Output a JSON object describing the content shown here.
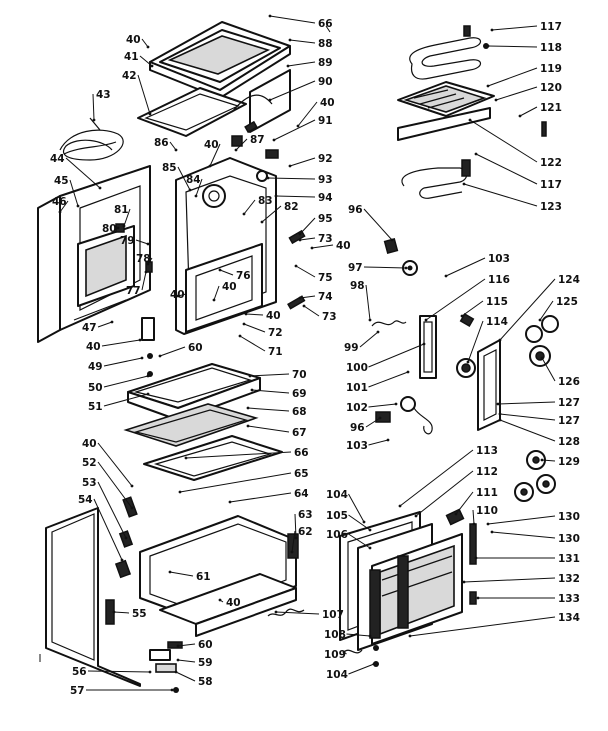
{
  "diagram": {
    "labels": [
      {
        "id": "40",
        "text": "40"
      },
      {
        "id": "41",
        "text": "41"
      },
      {
        "id": "42",
        "text": "42"
      },
      {
        "id": "43",
        "text": "43"
      },
      {
        "id": "44",
        "text": "44"
      },
      {
        "id": "45",
        "text": "45"
      },
      {
        "id": "46",
        "text": "46"
      },
      {
        "id": "47",
        "text": "47"
      },
      {
        "id": "49",
        "text": "49"
      },
      {
        "id": "50",
        "text": "50"
      },
      {
        "id": "51",
        "text": "51"
      },
      {
        "id": "52",
        "text": "52"
      },
      {
        "id": "53",
        "text": "53"
      },
      {
        "id": "54",
        "text": "54"
      },
      {
        "id": "55",
        "text": "55"
      },
      {
        "id": "56",
        "text": "56"
      },
      {
        "id": "57",
        "text": "57"
      },
      {
        "id": "58",
        "text": "58"
      },
      {
        "id": "59",
        "text": "59"
      },
      {
        "id": "60",
        "text": "60"
      },
      {
        "id": "61",
        "text": "61"
      },
      {
        "id": "62",
        "text": "62"
      },
      {
        "id": "63",
        "text": "63"
      },
      {
        "id": "64",
        "text": "64"
      },
      {
        "id": "65",
        "text": "65"
      },
      {
        "id": "66",
        "text": "66"
      },
      {
        "id": "67",
        "text": "67"
      },
      {
        "id": "68",
        "text": "68"
      },
      {
        "id": "69",
        "text": "69"
      },
      {
        "id": "70",
        "text": "70"
      },
      {
        "id": "71",
        "text": "71"
      },
      {
        "id": "72",
        "text": "72"
      },
      {
        "id": "73",
        "text": "73"
      },
      {
        "id": "74",
        "text": "74"
      },
      {
        "id": "75",
        "text": "75"
      },
      {
        "id": "76",
        "text": "76"
      },
      {
        "id": "77",
        "text": "77"
      },
      {
        "id": "78",
        "text": "78"
      },
      {
        "id": "79",
        "text": "79"
      },
      {
        "id": "80",
        "text": "80"
      },
      {
        "id": "81",
        "text": "81"
      },
      {
        "id": "82",
        "text": "82"
      },
      {
        "id": "83",
        "text": "83"
      },
      {
        "id": "84",
        "text": "84"
      },
      {
        "id": "85",
        "text": "85"
      },
      {
        "id": "86",
        "text": "86"
      },
      {
        "id": "87",
        "text": "87"
      },
      {
        "id": "88",
        "text": "88"
      },
      {
        "id": "89",
        "text": "89"
      },
      {
        "id": "90",
        "text": "90"
      },
      {
        "id": "91",
        "text": "91"
      },
      {
        "id": "92",
        "text": "92"
      },
      {
        "id": "93",
        "text": "93"
      },
      {
        "id": "94",
        "text": "94"
      },
      {
        "id": "95",
        "text": "95"
      },
      {
        "id": "96",
        "text": "96"
      },
      {
        "id": "97",
        "text": "97"
      },
      {
        "id": "98",
        "text": "98"
      },
      {
        "id": "99",
        "text": "99"
      },
      {
        "id": "100",
        "text": "100"
      },
      {
        "id": "101",
        "text": "101"
      },
      {
        "id": "102",
        "text": "102"
      },
      {
        "id": "103",
        "text": "103"
      },
      {
        "id": "104",
        "text": "104"
      },
      {
        "id": "105",
        "text": "105"
      },
      {
        "id": "106",
        "text": "106"
      },
      {
        "id": "107",
        "text": "107"
      },
      {
        "id": "108",
        "text": "108"
      },
      {
        "id": "109",
        "text": "109"
      },
      {
        "id": "110",
        "text": "110"
      },
      {
        "id": "111",
        "text": "111"
      },
      {
        "id": "112",
        "text": "112"
      },
      {
        "id": "113",
        "text": "113"
      },
      {
        "id": "114",
        "text": "114"
      },
      {
        "id": "115",
        "text": "115"
      },
      {
        "id": "116",
        "text": "116"
      },
      {
        "id": "117",
        "text": "117"
      },
      {
        "id": "118",
        "text": "118"
      },
      {
        "id": "119",
        "text": "119"
      },
      {
        "id": "120",
        "text": "120"
      },
      {
        "id": "121",
        "text": "121"
      },
      {
        "id": "122",
        "text": "122"
      },
      {
        "id": "123",
        "text": "123"
      },
      {
        "id": "124",
        "text": "124"
      },
      {
        "id": "125",
        "text": "125"
      },
      {
        "id": "126",
        "text": "126"
      },
      {
        "id": "127",
        "text": "127"
      },
      {
        "id": "128",
        "text": "128"
      },
      {
        "id": "129",
        "text": "129"
      },
      {
        "id": "130",
        "text": "130"
      },
      {
        "id": "131",
        "text": "131"
      },
      {
        "id": "132",
        "text": "132"
      },
      {
        "id": "133",
        "text": "133"
      },
      {
        "id": "134",
        "text": "134"
      }
    ]
  }
}
